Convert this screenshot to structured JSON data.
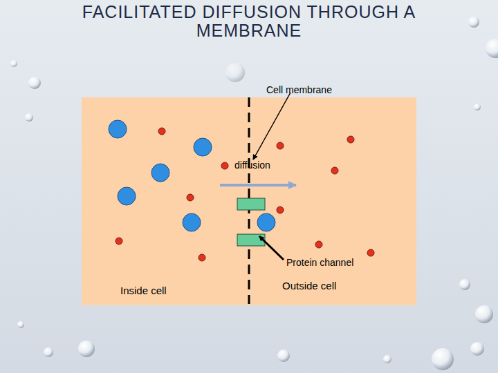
{
  "diagram": {
    "title": "FACILITATED DIFFUSION THROUGH A MEMBRANE",
    "labels": [
      "Cell membrane",
      "diffusion",
      "Protein channel",
      "Inside cell",
      "Outside cell"
    ]
  }
}
